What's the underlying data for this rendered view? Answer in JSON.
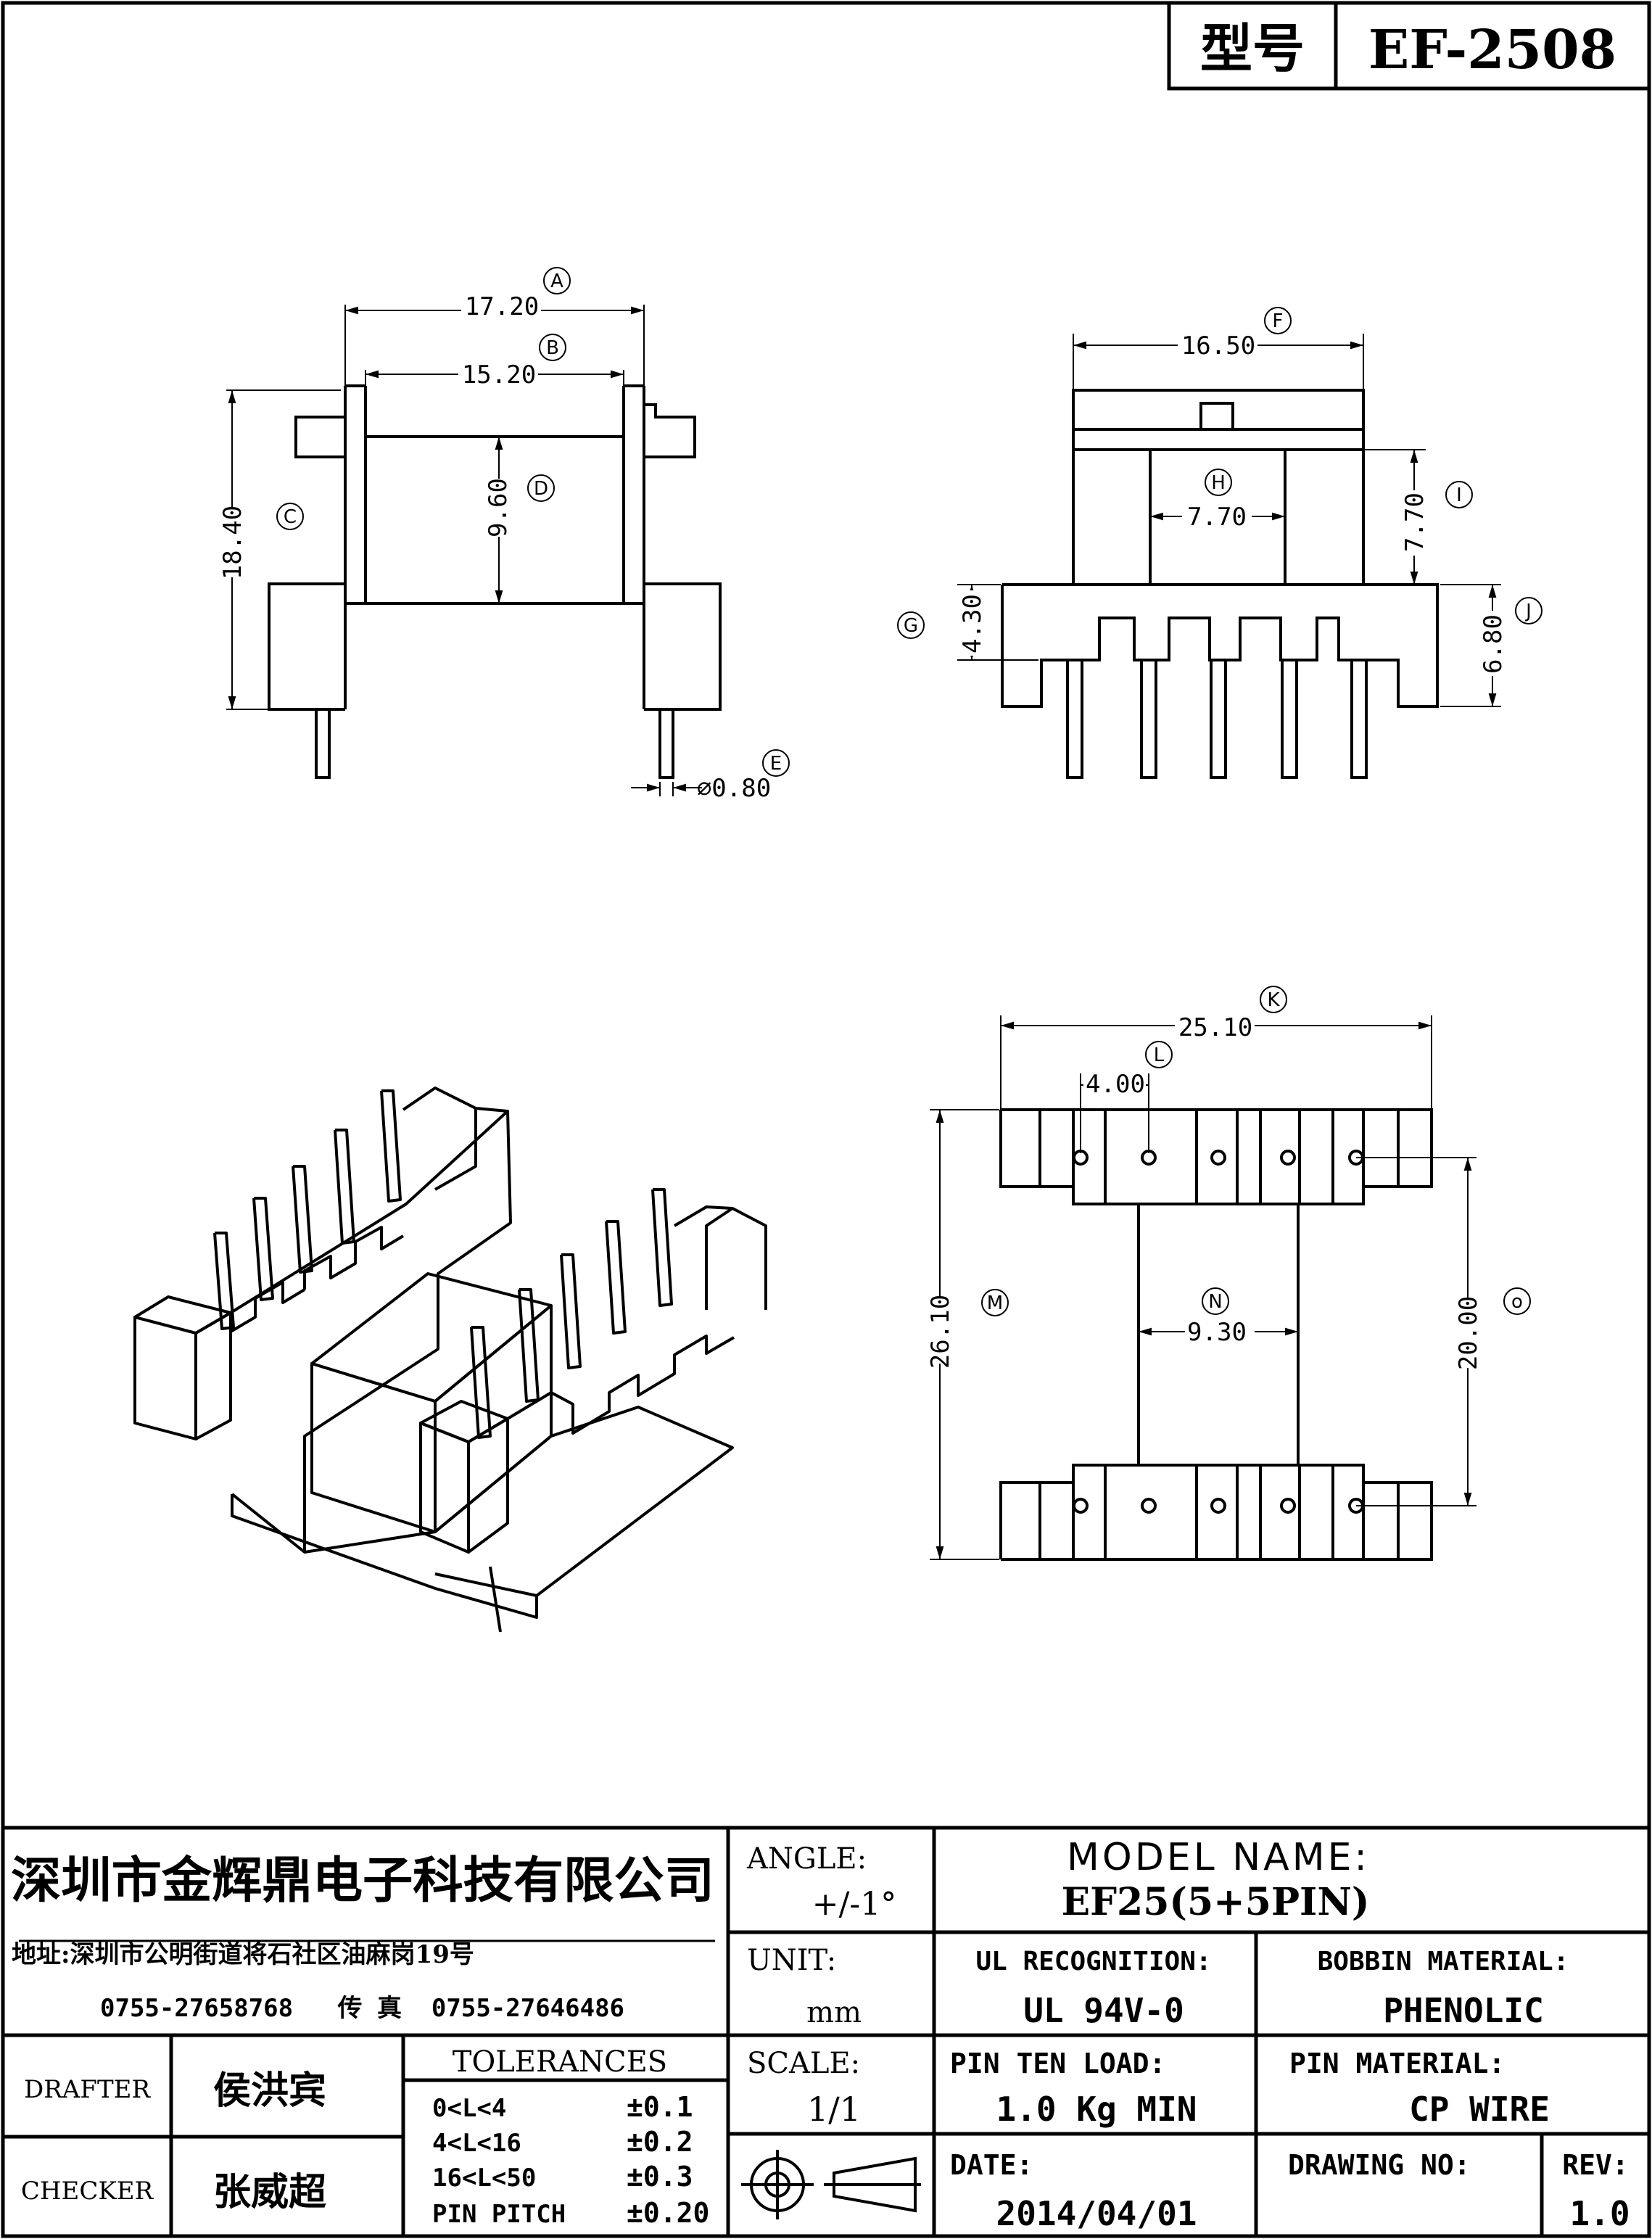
{
  "header": {
    "type_label": "型号",
    "model_code": "EF-2508"
  },
  "dimensions": {
    "A": "17.20",
    "B": "15.20",
    "C": "18.40",
    "D": "9.60",
    "E": "⌀0.80",
    "F": "16.50",
    "H": "7.70",
    "I": "7.70",
    "G": "4.30",
    "J": "6.80",
    "K": "25.10",
    "L": "4.00",
    "M": "26.10",
    "N": "9.30",
    "O": "20.00"
  },
  "callouts": {
    "A": "A",
    "B": "B",
    "C": "C",
    "D": "D",
    "E": "E",
    "F": "F",
    "G": "G",
    "H": "H",
    "I": "I",
    "J": "J",
    "K": "K",
    "L": "L",
    "M": "M",
    "N": "N",
    "O": "o"
  },
  "title_block": {
    "company": "深圳市金辉鼎电子科技有限公司",
    "address": "地址:深圳市公明街道将石社区油麻岗19号",
    "phone_line": "0755-27658768   传 真  0755-27646486",
    "angle_label": "ANGLE:",
    "angle_value": "+/-1°",
    "model_name_label": "MODEL NAME:",
    "model_name_value": "EF25(5+5PIN)",
    "unit_label": "UNIT:",
    "unit_value": "mm",
    "ul_label": "UL RECOGNITION:",
    "ul_value": "UL 94V-0",
    "bobbin_label": "BOBBIN MATERIAL:",
    "bobbin_value": "PHENOLIC",
    "drafter_label": "DRAFTER",
    "drafter_name": "侯洪宾",
    "checker_label": "CHECKER",
    "checker_name": "张威超",
    "tolerances_label": "TOLERANCES",
    "tolerances": [
      {
        "range": "0<L<4",
        "value": "±0.1"
      },
      {
        "range": "4<L<16",
        "value": "±0.2"
      },
      {
        "range": "16<L<50",
        "value": "±0.3"
      },
      {
        "range": "PIN PITCH",
        "value": "±0.20"
      }
    ],
    "scale_label": "SCALE:",
    "scale_value": "1/1",
    "pin_ten_label": "PIN TEN LOAD:",
    "pin_ten_value": "1.0 Kg MIN",
    "pin_material_label": "PIN MATERIAL:",
    "pin_material_value": "CP WIRE",
    "date_label": "DATE:",
    "date_value": "2014/04/01",
    "drawing_no_label": "DRAWING NO:",
    "rev_label": "REV:",
    "rev_value": "1.0"
  }
}
